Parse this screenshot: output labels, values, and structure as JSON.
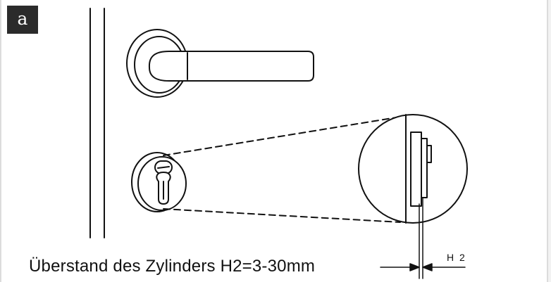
{
  "panel_label": "a",
  "caption": "Überstand des Zylinders H2=3-30mm",
  "dimension_label": "H 2",
  "colors": {
    "line": "#111111",
    "badge_bg": "#2b2b2b",
    "badge_text": "#ffffff"
  }
}
